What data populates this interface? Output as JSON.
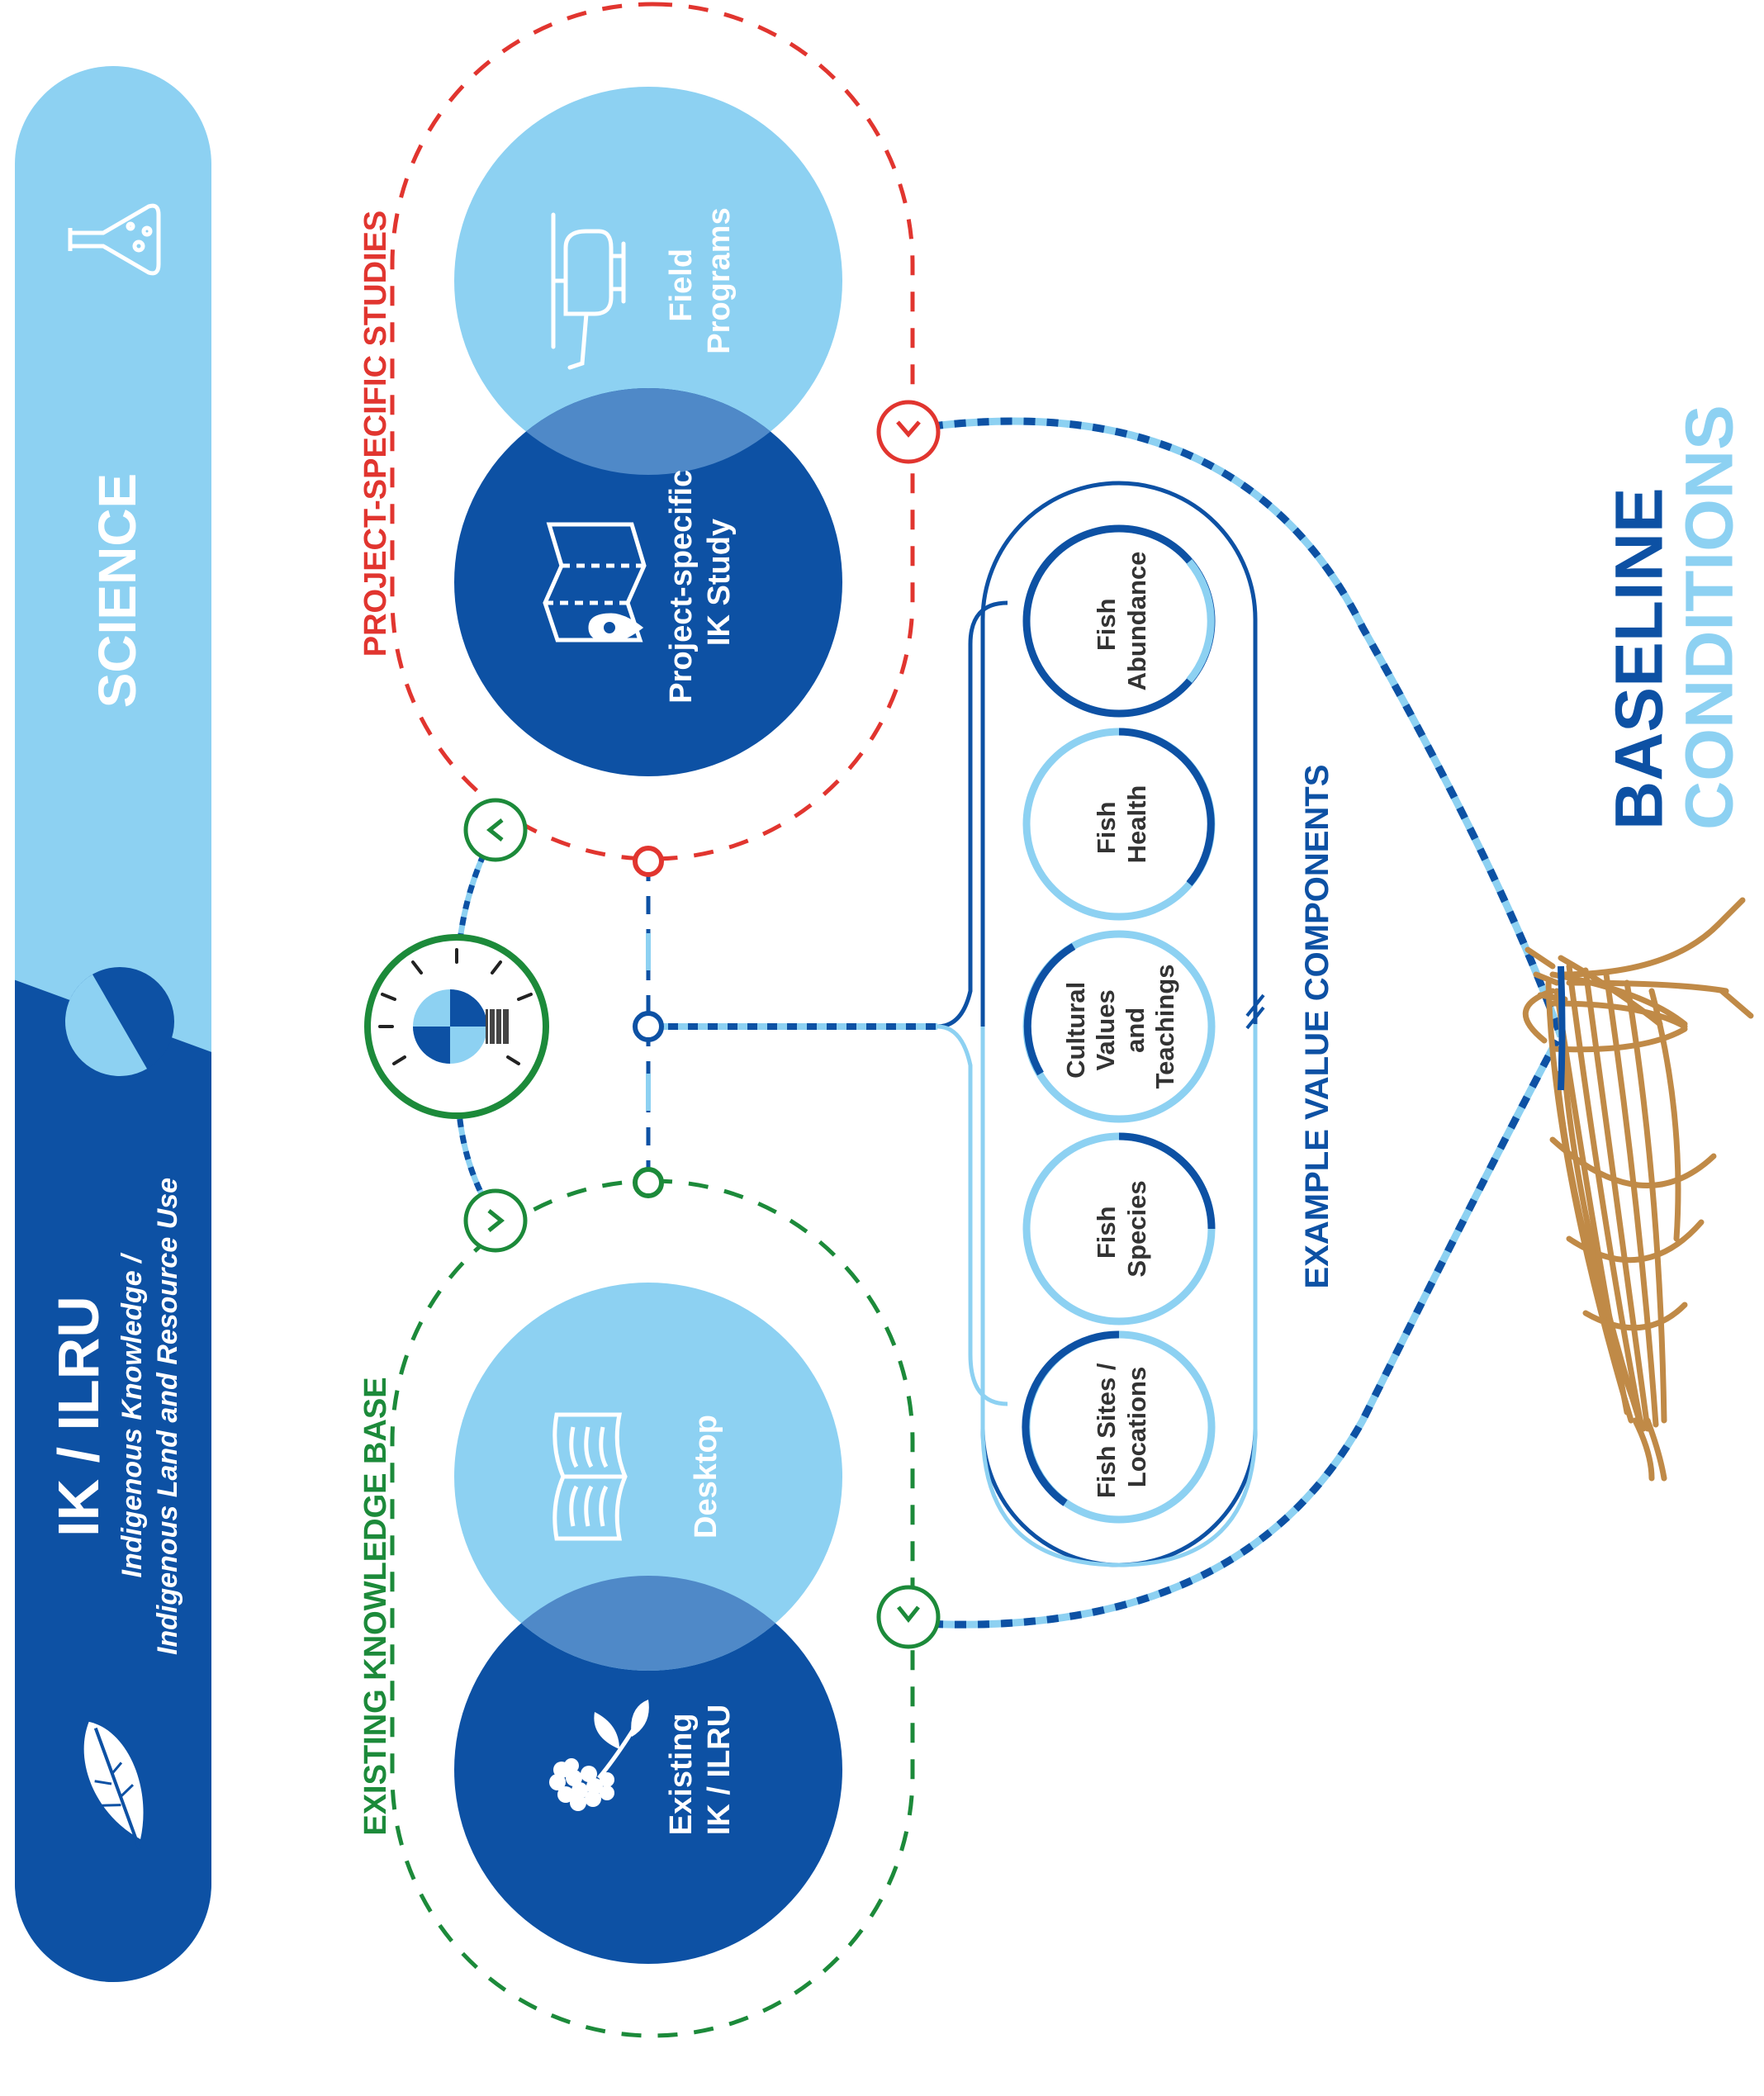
{
  "colors": {
    "dark_blue": "#0d51a4",
    "light_blue": "#8dd1f2",
    "mid_blue": "#4f89c8",
    "red": "#e1352f",
    "green": "#1c8a3a",
    "white": "#ffffff",
    "basket": "#c08a47"
  },
  "band": {
    "ik_title": "IK / ILRU",
    "ik_subtitle_1": "Indigenous Knowledge /",
    "ik_subtitle_2": "Indigenous Land and Resource Use",
    "science_title": "SCIENCE",
    "icons": [
      "feather-icon",
      "half-moon-icon",
      "flask-icon"
    ]
  },
  "groups": {
    "existing_label": "EXISTING KNOWLEDGE BASE",
    "project_label": "PROJECT-SPECIFIC STUDIES"
  },
  "circles": {
    "existing_1": "Existing",
    "existing_2": "IK / ILRU",
    "desktop": "Desktop",
    "project_1": "Project-specific",
    "project_2": "IK Study",
    "field_1": "Field",
    "field_2": "Programs"
  },
  "vc": {
    "heading": "EXAMPLE VALUE COMPONENTS",
    "items": [
      [
        "Fish Sites /",
        "Locations"
      ],
      [
        "Fish",
        "Species"
      ],
      [
        "Cultural",
        "Values",
        "and",
        "Teachings"
      ],
      [
        "Fish",
        "Health"
      ],
      [
        "Fish",
        "Abundance"
      ]
    ]
  },
  "baseline": {
    "word1": "BASELINE",
    "word2": "CONDITIONS"
  }
}
